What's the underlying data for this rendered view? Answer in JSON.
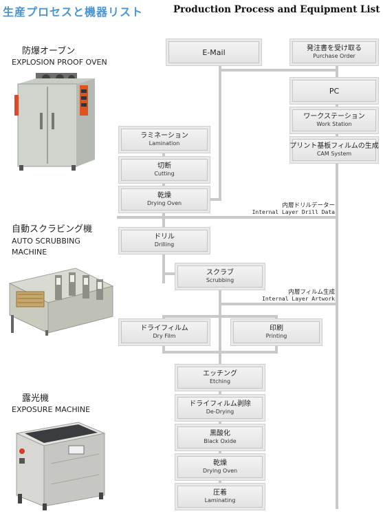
{
  "header": {
    "title_jp": "生産プロセスと機器リスト",
    "title_en": "Production Process and Equipment List"
  },
  "sections": {
    "oven": {
      "title_jp": "防爆オーブン",
      "title_en": "EXPLOSION PROOF OVEN"
    },
    "scrubbing": {
      "title_jp": "自動スクラビング機",
      "title_en_1": "AUTO SCRUBBING",
      "title_en_2": "MACHINE"
    },
    "exposure": {
      "title_jp": "露光機",
      "title_en": "EXPOSURE MACHINE"
    }
  },
  "steps": {
    "email": {
      "label": "E-Mail"
    },
    "purchase": {
      "jp": "発注書を受け取る",
      "en": "Purchase Order"
    },
    "pc": {
      "label": "PC"
    },
    "workstation": {
      "jp": "ワークステーション",
      "en": "Work Station"
    },
    "cam": {
      "jp": "プリント基板フィルムの生成",
      "en": "CAM System"
    },
    "lamination": {
      "jp": "ラミネーション",
      "en": "Lamination"
    },
    "cutting": {
      "jp": "切断",
      "en": "Cutting"
    },
    "drying1": {
      "jp": "乾燥",
      "en": "Drying Oven"
    },
    "drilling": {
      "jp": "ドリル",
      "en": "Drilling"
    },
    "scrubbing": {
      "jp": "スクラブ",
      "en": "Scrubbing"
    },
    "dryfilm": {
      "jp": "ドライフィルム",
      "en": "Dry Film"
    },
    "printing": {
      "jp": "印刷",
      "en": "Printing"
    },
    "etching": {
      "jp": "エッチング",
      "en": "Etching"
    },
    "dedrying": {
      "jp": "ドライフィルム剥除",
      "en": "De-Drying"
    },
    "blackoxide": {
      "jp": "黒酸化",
      "en": "Black Oxide"
    },
    "drying2": {
      "jp": "乾燥",
      "en": "Drying Oven"
    },
    "laminating": {
      "jp": "圧着",
      "en": "Laminating"
    }
  },
  "annotations": {
    "drill_data": {
      "jp": "内層ドリルデーター",
      "en": "Internal Layer Drill Data"
    },
    "artwork": {
      "jp": "内層フィルム生成",
      "en": "Internal Layer Artwork"
    }
  },
  "colors": {
    "title": "#4a95d4",
    "line": "#c9c9c9",
    "box": "#e9e9e9"
  }
}
